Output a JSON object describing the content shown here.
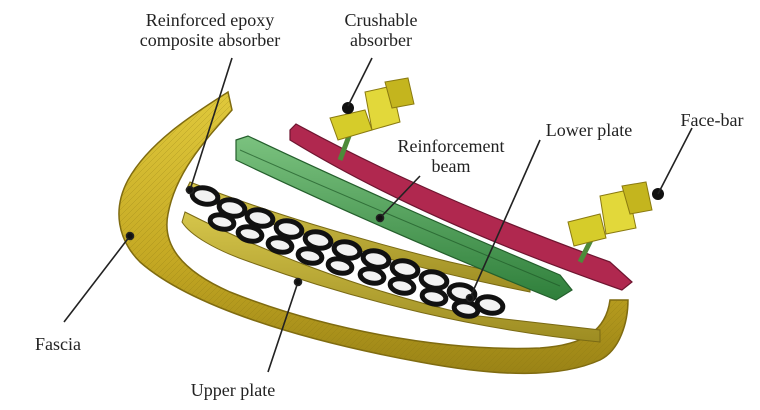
{
  "labels": {
    "reinforced_epoxy": [
      "Reinforced epoxy",
      "composite absorber"
    ],
    "crushable_absorber": [
      "Crushable",
      "absorber"
    ],
    "face_bar": [
      "Face-bar"
    ],
    "lower_plate": [
      "Lower plate"
    ],
    "reinforcement_beam": [
      "Reinforcement",
      "beam"
    ],
    "fascia": [
      "Fascia"
    ],
    "upper_plate": [
      "Upper plate"
    ]
  },
  "colors": {
    "fascia": "#c9b227",
    "fascia_dark": "#8f7a14",
    "plate": "#b8a63a",
    "beam": "#3f9b4c",
    "beam_light": "#7bc27f",
    "crossbar": "#b0284f",
    "absorber_block": "#d8cf2c",
    "absorber_ring": "#1a1a1a",
    "leader": "#222222"
  }
}
